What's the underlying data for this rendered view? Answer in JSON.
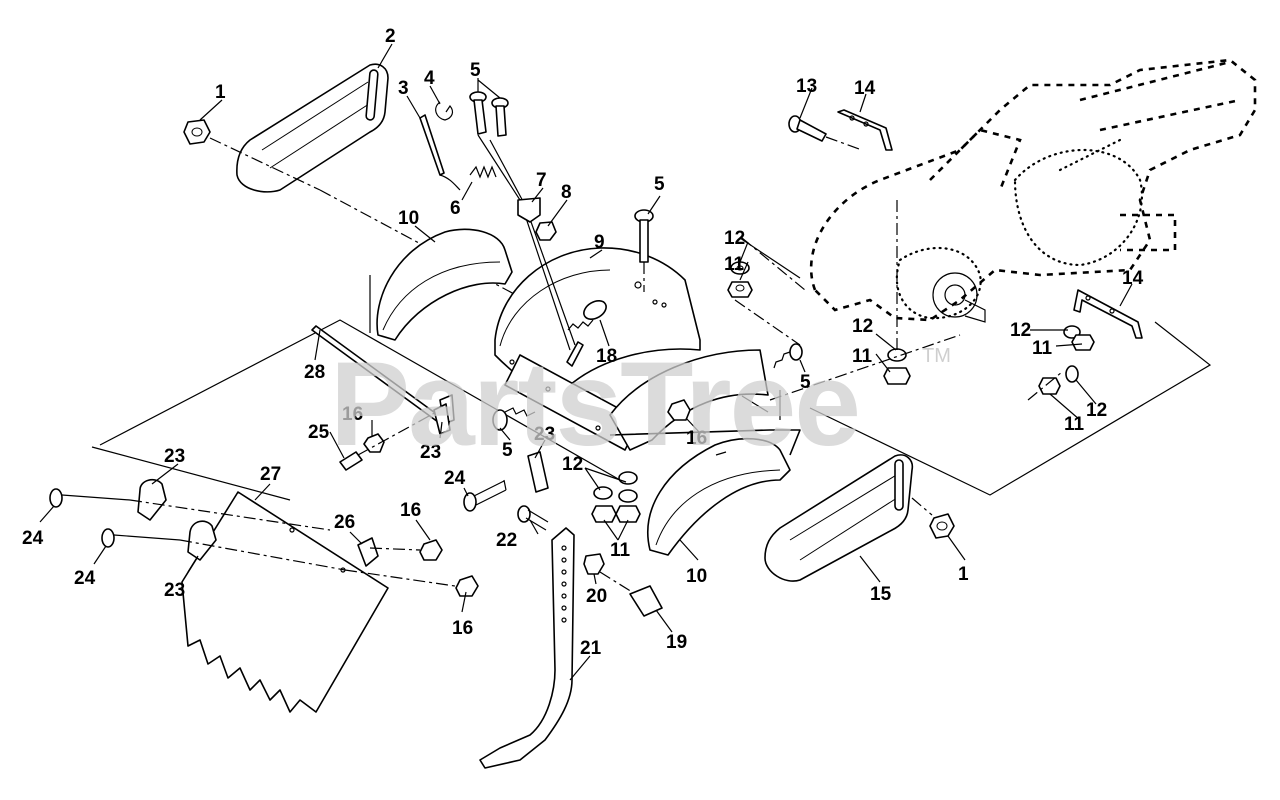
{
  "watermark": {
    "text": "PartsTree",
    "tm": "TM"
  },
  "callouts": [
    {
      "id": "c1a",
      "text": "1"
    },
    {
      "id": "c1b",
      "text": "1"
    },
    {
      "id": "c2",
      "text": "2"
    },
    {
      "id": "c3",
      "text": "3"
    },
    {
      "id": "c4",
      "text": "4"
    },
    {
      "id": "c5a",
      "text": "5"
    },
    {
      "id": "c5b",
      "text": "5"
    },
    {
      "id": "c5c",
      "text": "5"
    },
    {
      "id": "c5d",
      "text": "5"
    },
    {
      "id": "c6",
      "text": "6"
    },
    {
      "id": "c7",
      "text": "7"
    },
    {
      "id": "c8",
      "text": "8"
    },
    {
      "id": "c9",
      "text": "9"
    },
    {
      "id": "c10a",
      "text": "10"
    },
    {
      "id": "c10b",
      "text": "10"
    },
    {
      "id": "c11a",
      "text": "11"
    },
    {
      "id": "c11b",
      "text": "11"
    },
    {
      "id": "c11c",
      "text": "11"
    },
    {
      "id": "c11d",
      "text": "11"
    },
    {
      "id": "c11e",
      "text": "11"
    },
    {
      "id": "c12a",
      "text": "12"
    },
    {
      "id": "c12b",
      "text": "12"
    },
    {
      "id": "c12c",
      "text": "12"
    },
    {
      "id": "c12d",
      "text": "12"
    },
    {
      "id": "c12e",
      "text": "12"
    },
    {
      "id": "c13",
      "text": "13"
    },
    {
      "id": "c14a",
      "text": "14"
    },
    {
      "id": "c14b",
      "text": "14"
    },
    {
      "id": "c15",
      "text": "15"
    },
    {
      "id": "c16a",
      "text": "16"
    },
    {
      "id": "c16b",
      "text": "16"
    },
    {
      "id": "c16c",
      "text": "16"
    },
    {
      "id": "c16d",
      "text": "16"
    },
    {
      "id": "c18",
      "text": "18"
    },
    {
      "id": "c19",
      "text": "19"
    },
    {
      "id": "c20",
      "text": "20"
    },
    {
      "id": "c21",
      "text": "21"
    },
    {
      "id": "c22",
      "text": "22"
    },
    {
      "id": "c23a",
      "text": "23"
    },
    {
      "id": "c23b",
      "text": "23"
    },
    {
      "id": "c23c",
      "text": "23"
    },
    {
      "id": "c23d",
      "text": "23"
    },
    {
      "id": "c24a",
      "text": "24"
    },
    {
      "id": "c24b",
      "text": "24"
    },
    {
      "id": "c24c",
      "text": "24"
    },
    {
      "id": "c25",
      "text": "25"
    },
    {
      "id": "c26",
      "text": "26"
    },
    {
      "id": "c27",
      "text": "27"
    },
    {
      "id": "c28",
      "text": "28"
    }
  ]
}
